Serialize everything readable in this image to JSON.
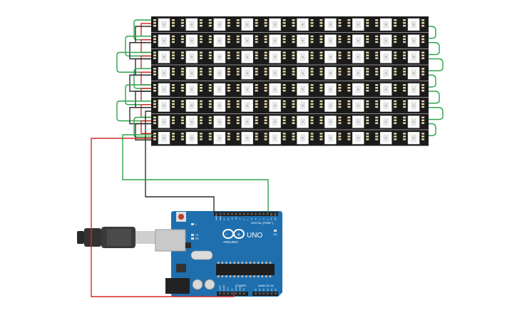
{
  "board": {
    "name": "UNO",
    "brand": "ARDUINO",
    "digital_label": "DIGITAL (PWM~)",
    "power_label": "POWER",
    "analog_label": "ANALOG IN",
    "on_label": "ON",
    "tx_label": "TX",
    "rx_label": "RX",
    "l_label": "L",
    "power_pin_labels": [
      "IOREF",
      "RESET",
      "3.3V",
      "5V",
      "GND",
      "GND",
      "Vin"
    ],
    "analog_pin_labels": [
      "A0",
      "A1",
      "A2",
      "A3",
      "A4",
      "A5"
    ],
    "digital_pin_labels": [
      "AREF",
      "GND",
      "13",
      "12",
      "~11",
      "~10",
      "~9",
      "8",
      "7",
      "~6",
      "~5",
      "4",
      "~3",
      "2",
      "TX→1",
      "RX←0"
    ]
  },
  "led_matrix": {
    "strip_count": 8,
    "leds_per_strip": 10
  },
  "colors": {
    "board_blue": "#1f6fae",
    "wire_red": "#d42a2a",
    "wire_black": "#2d2d2d",
    "wire_green": "#2fa34a",
    "strip_black": "#1b1b1b"
  }
}
